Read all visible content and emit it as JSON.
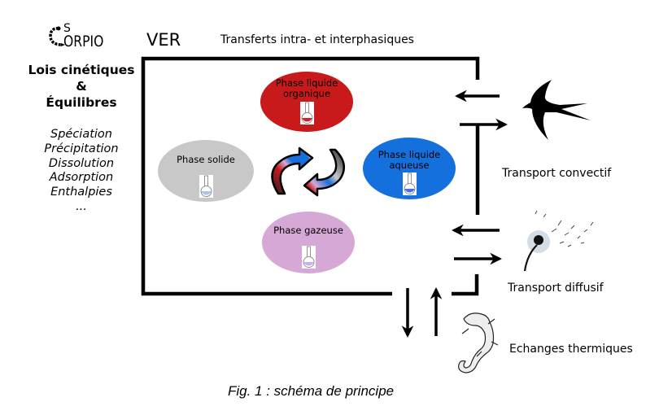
{
  "logo": {
    "text": "ORPIO",
    "superscript": "S",
    "icon": "scorpion-tail-icon"
  },
  "left_panel": {
    "title_lines": [
      "Lois cinétiques",
      "&",
      "Équilibres"
    ],
    "processes": [
      "Spéciation",
      "Précipitation",
      "Dissolution",
      "Adsorption",
      "Enthalpies",
      "..."
    ]
  },
  "box": {
    "label": "VER",
    "heading": "Transferts intra- et interphasiques"
  },
  "phases": [
    {
      "id": "organique",
      "label_lines": [
        "Phase liquide",
        "organique"
      ],
      "color": "#c8191b",
      "liquid_color": "#d4202a"
    },
    {
      "id": "solide",
      "label_lines": [
        "Phase solide"
      ],
      "color": "#c8c8c8",
      "liquid_color": "#a9c6e8"
    },
    {
      "id": "aqueuse",
      "label_lines": [
        "Phase liquide",
        "aqueuse"
      ],
      "color": "#1470dc",
      "liquid_color": "#4a6fe0"
    },
    {
      "id": "gazeuse",
      "label_lines": [
        "Phase gazeuse"
      ],
      "color": "#d6a8d6",
      "liquid_color": "#c9b3e6"
    }
  ],
  "exchange_arrows": {
    "icon": "cycle-arrows-icon",
    "colors": [
      "#c8191b",
      "#d6a8d6",
      "#1470dc",
      "#c8c8c8"
    ]
  },
  "transports": [
    {
      "id": "convectif",
      "label": "Transport convectif",
      "icon": "swallow-icon"
    },
    {
      "id": "diffusif",
      "label": "Transport diffusif",
      "icon": "dandelion-icon"
    },
    {
      "id": "thermique",
      "label": "Echanges thermiques",
      "icon": "salamander-icon"
    }
  ],
  "caption": "Fig. 1 : schéma de principe"
}
